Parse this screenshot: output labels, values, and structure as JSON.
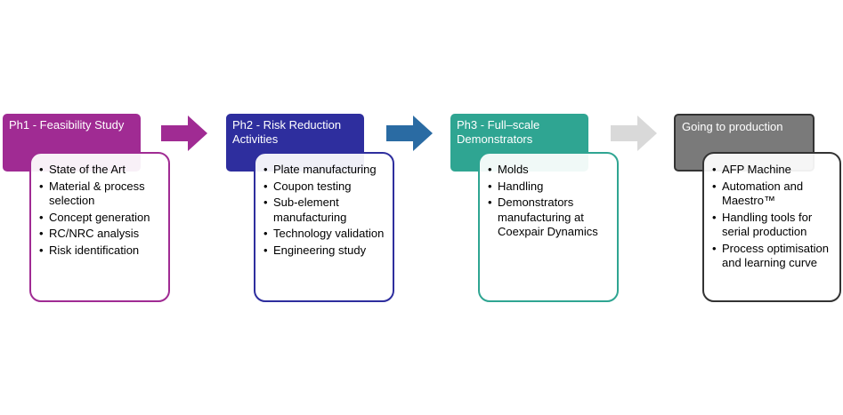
{
  "phases": [
    {
      "title": "Ph1 - Feasibility Study",
      "color": "#a02b93",
      "items": [
        "State of the Art",
        "Material & process selection",
        "Concept generation",
        "RC/NRC analysis",
        "Risk identification"
      ]
    },
    {
      "title": "Ph2 - Risk Reduction Activities",
      "color": "#2e2e9e",
      "items": [
        "Plate manufacturing",
        "Coupon testing",
        "Sub-element manufacturing",
        "Technology validation",
        "Engineering study"
      ]
    },
    {
      "title": "Ph3 - Full–scale Demonstrators",
      "color": "#2fa592",
      "items": [
        "Molds",
        "Handling",
        "Demonstrators manufacturing at Coexpair Dynamics"
      ]
    },
    {
      "title": "Going to production",
      "color": "#7a7a7a",
      "items": [
        "AFP Machine",
        "Automation and Maestro™",
        "Handling tools for serial production",
        "Process optimisation and learning curve"
      ]
    }
  ],
  "arrows": [
    {
      "color": "#a02b93"
    },
    {
      "color": "#2a6ba3"
    },
    {
      "color": "#d9d9d9"
    }
  ]
}
